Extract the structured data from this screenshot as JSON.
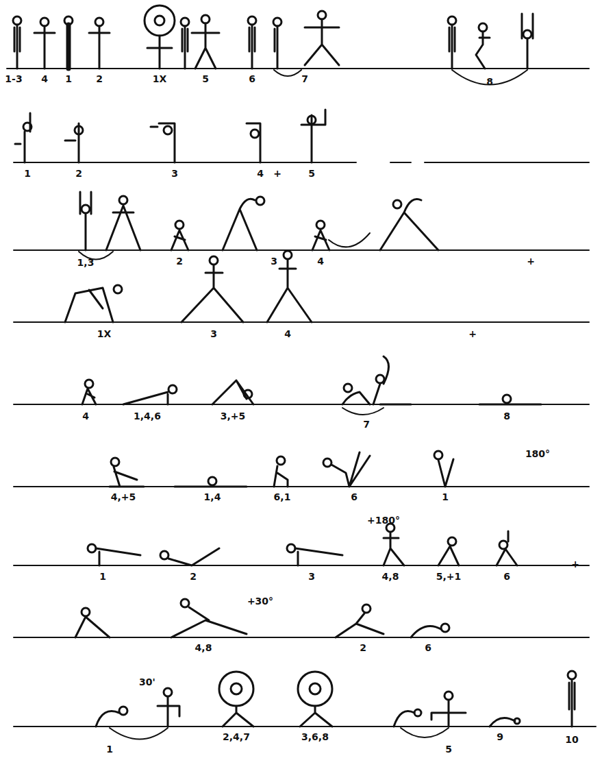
{
  "diagram": {
    "labels": [
      "1-3",
      "4",
      "1",
      "2",
      "1X",
      "5",
      "6",
      "7",
      "8",
      "1",
      "2",
      "3",
      "4",
      "+",
      "5",
      "1,3",
      "2",
      "3",
      "4",
      "+",
      "1X",
      "3",
      "4",
      "+",
      "4",
      "1,4,6",
      "3,+5",
      "7",
      "8",
      "4,+5",
      "1,4",
      "6,1",
      "6",
      "1",
      "180°",
      "1",
      "2",
      "3",
      "+180°",
      "4,8",
      "5,+1",
      "6",
      "+",
      "+30°",
      "4,8",
      "2",
      "6",
      "30'",
      "1",
      "2,4,7",
      "3,6,8",
      "5",
      "9",
      "10"
    ]
  }
}
